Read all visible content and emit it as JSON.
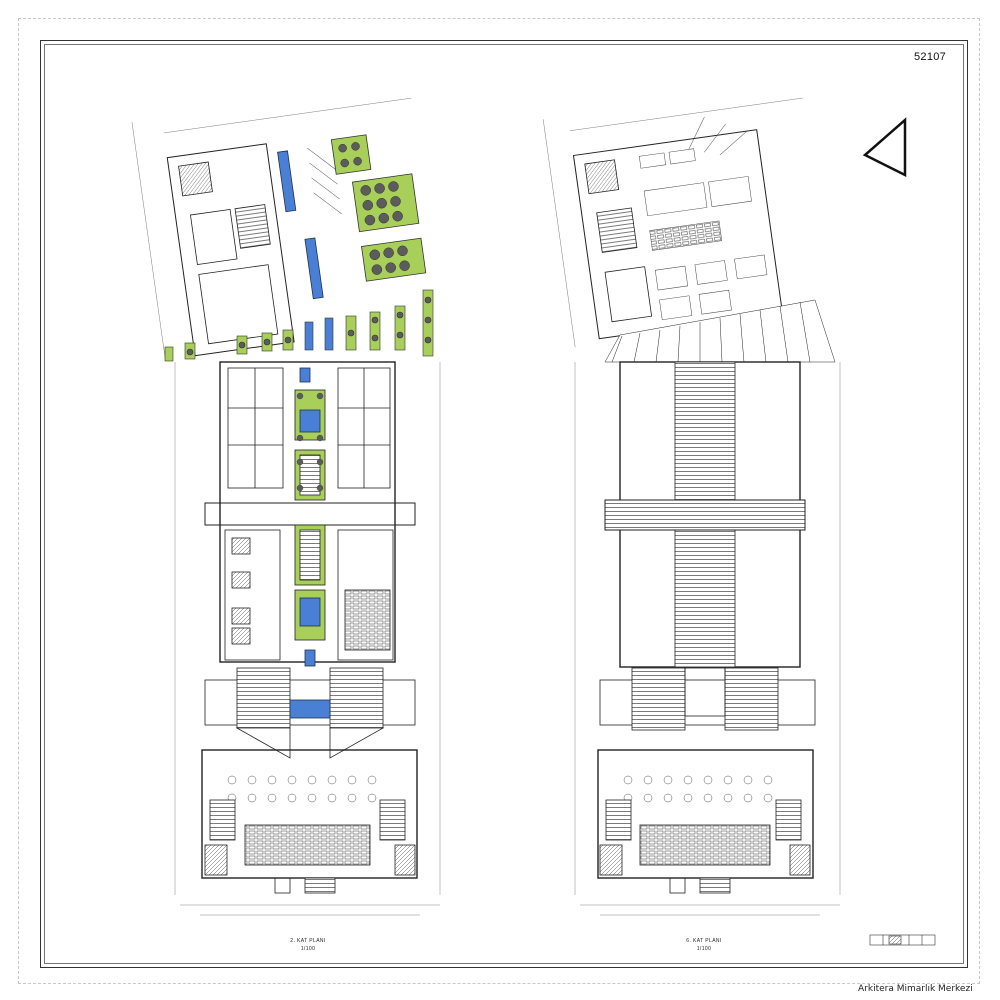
{
  "sheet": {
    "code": "52107",
    "watermark": "Arkitera Mimarlık Merkezi"
  },
  "plans": [
    {
      "title": "2. KAT PLANI",
      "scale": "1/100"
    },
    {
      "title": "6. KAT PLANI",
      "scale": "1/100"
    }
  ],
  "colors": {
    "line": "#222222",
    "water": "#4a7fd6",
    "grass": "#a8cf5a",
    "tree": "#5c5c5c",
    "paper": "#ffffff"
  },
  "icons": {
    "north": "north-arrow-icon",
    "scale": "scale-bar-icon"
  }
}
